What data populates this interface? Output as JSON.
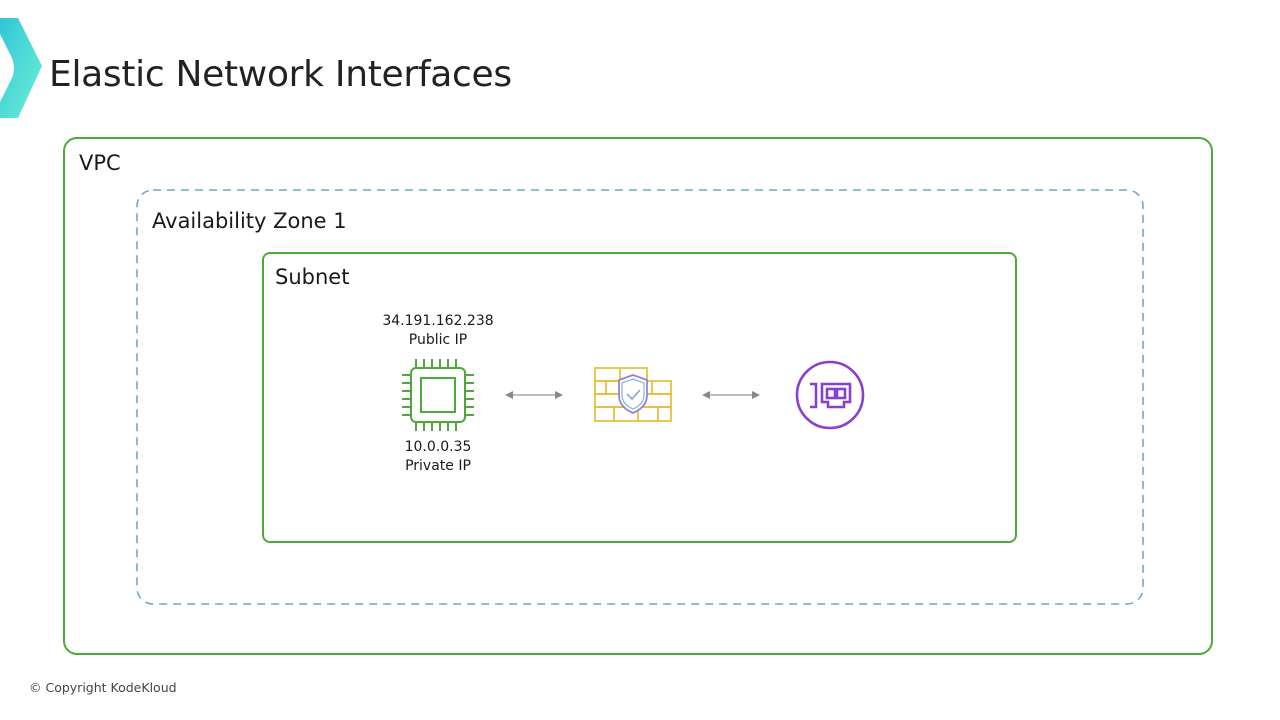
{
  "slide": {
    "title": "Elastic Network Interfaces",
    "copyright": "© Copyright KodeKloud"
  },
  "diagram": {
    "vpc_label": "VPC",
    "az_label": "Availability Zone 1",
    "subnet_label": "Subnet",
    "instance": {
      "icon": "ec2-instance-chip-icon",
      "public_ip": "34.191.162.238",
      "public_ip_label": "Public IP",
      "private_ip": "10.0.0.35",
      "private_ip_label": "Private IP"
    },
    "security_group": {
      "icon": "firewall-shield-icon"
    },
    "eni": {
      "icon": "network-interface-card-icon"
    },
    "colors": {
      "vpc_border": "#4ea93b",
      "subnet_border": "#4ea93b",
      "az_border": "#6fa9c9",
      "instance_icon": "#4ea93b",
      "firewall_icon": "#e8c13a",
      "eni_icon": "#8a3fd1",
      "logo_accent": "#3fd8d4"
    }
  }
}
